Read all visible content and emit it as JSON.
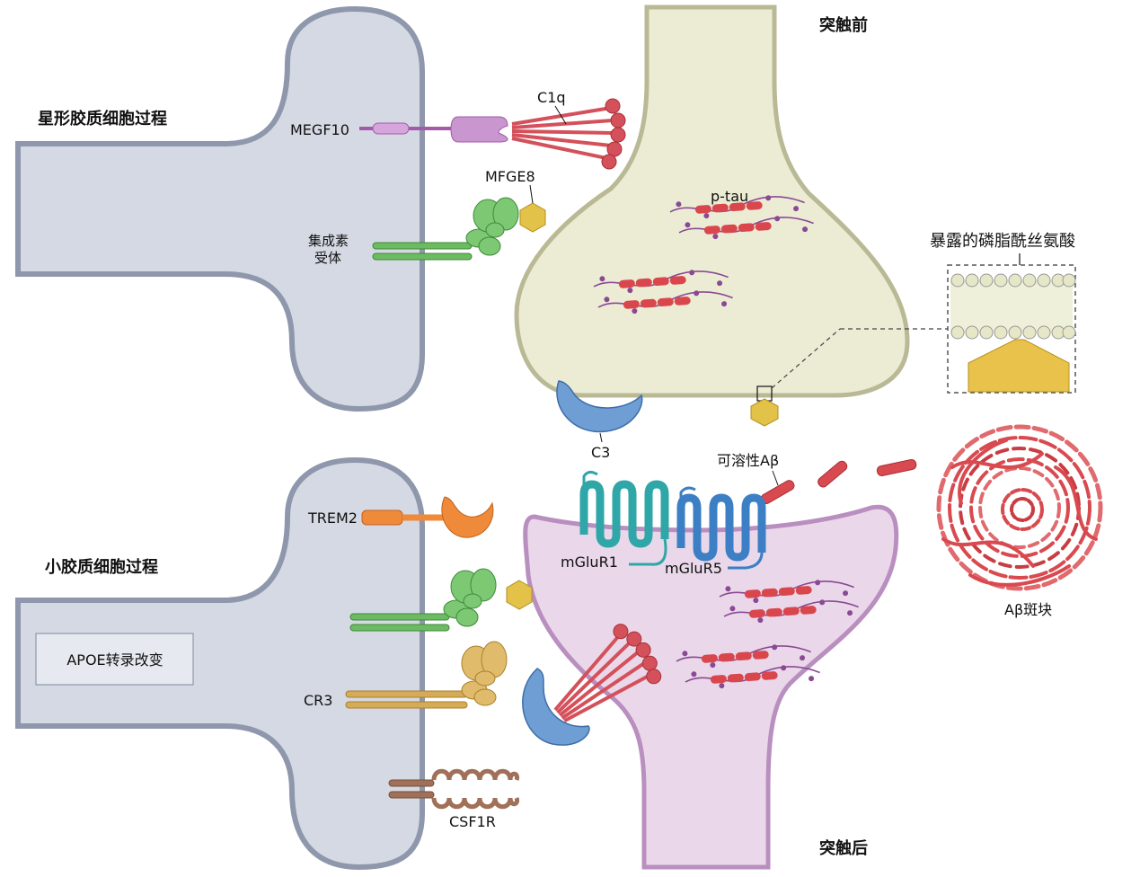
{
  "labels": {
    "astrocyte": "星形胶质细胞过程",
    "microglia": "小胶质细胞过程",
    "presynaptic": "突触前",
    "postsynaptic": "突触后",
    "megf10": "MEGF10",
    "c1q": "C1q",
    "mfge8": "MFGE8",
    "integrin_line1": "集成素",
    "integrin_line2": "受体",
    "ptau": "p-tau",
    "exposed_ps": "暴露的磷脂酰丝氨酸",
    "c3": "C3",
    "soluble_abeta": "可溶性Aβ",
    "trem2": "TREM2",
    "mglur1": "mGluR1",
    "mglur5": "mGluR5",
    "apoe": "APOE转录改变",
    "cr3": "CR3",
    "csf1r": "CSF1R",
    "plaque": "Aβ斑块"
  },
  "colors": {
    "glia_fill": "#d5d9e3",
    "glia_stroke": "#8e97ab",
    "pre_fill": "#ececd5",
    "pre_stroke": "#b9b996",
    "post_fill": "#ead8ea",
    "post_stroke": "#b98fc0",
    "tau_red": "#d9474c",
    "tau_purple": "#8a4a93",
    "megf10": "#b57bbd",
    "c1q": "#d4505a",
    "integrin": "#6cbb62",
    "mfge8": "#e3c24a",
    "c3": "#6e9ed3",
    "trem2": "#ef8a3a",
    "mglur1": "#2fa6a8",
    "mglur5": "#3c7fc4",
    "cr3": "#d6ab58",
    "csf1r": "#a07058",
    "plaque": "#d84a4f"
  }
}
